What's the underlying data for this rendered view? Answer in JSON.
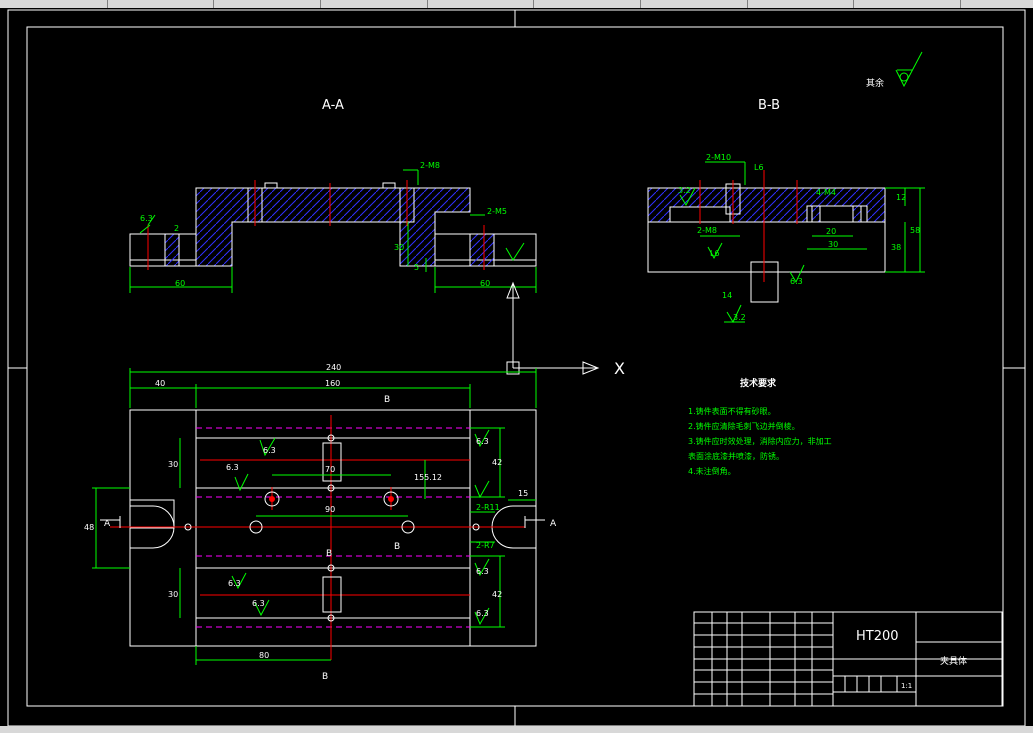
{
  "titles": {
    "section_aa": "A-A",
    "section_bb": "B-B",
    "roughness_note": "其余",
    "axis_x": "X"
  },
  "section_aa": {
    "dims": [
      "6.3",
      "2",
      "60",
      "2-M8",
      "2-M5",
      "30",
      "5",
      "60"
    ]
  },
  "section_bb": {
    "dims": [
      "2-M10",
      "L6",
      "3.2",
      "2-M8",
      "4-M4",
      "12",
      "20",
      "30",
      "38",
      "58",
      "L6",
      "14",
      "6.3",
      "3.2"
    ]
  },
  "plan": {
    "dims_top": [
      "240",
      "40",
      "160"
    ],
    "dims": [
      "30",
      "6.3",
      "6.3",
      "70",
      "155.12",
      "6.3",
      "42",
      "15",
      "48",
      "90",
      "2-R11",
      "2-R7",
      "6.3",
      "30",
      "6.3",
      "6.3",
      "42",
      "6.3",
      "80"
    ],
    "section_marks": {
      "b_top": "B",
      "a_left": "A",
      "a_right": "A",
      "b_mid1": "B",
      "b_mid2": "B",
      "b_bottom": "B"
    }
  },
  "tech_requirements": {
    "title": "技术要求",
    "items": [
      "1.铸件表面不得有砂眼。",
      "2.铸件应清除毛刺飞边并倒棱。",
      "3.铸件应时效处理，消除内应力，非加工",
      "表面涂底漆并喷漆，防锈。",
      "4.未注倒角。"
    ]
  },
  "title_block": {
    "material": "HT200",
    "part_name": "夹具体",
    "scale": "1:1"
  },
  "colors": {
    "background": "#000000",
    "border": "#ffffff",
    "dimension": "#00ff00",
    "hatch": "#3030ff",
    "centerline": "#ff0000",
    "hidden": "#ff00ff",
    "hole": "#ffffff"
  }
}
